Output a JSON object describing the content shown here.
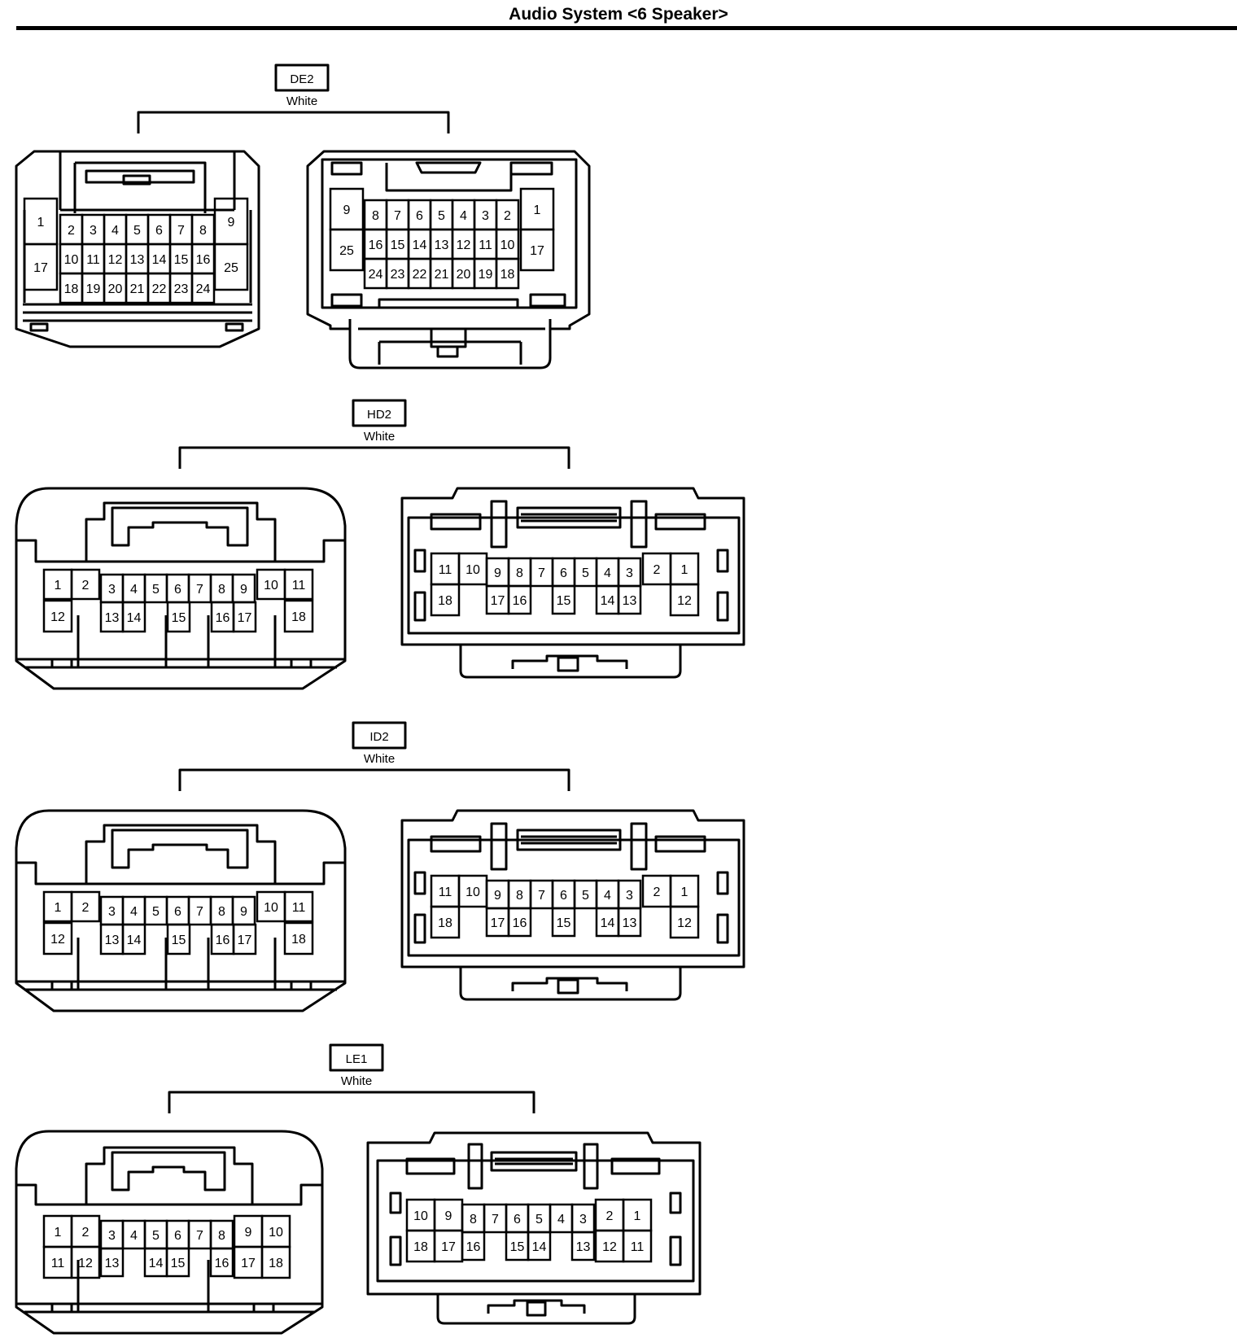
{
  "page": {
    "title": "Audio System <6 Speaker>"
  },
  "connectors": [
    {
      "id": "DE2",
      "color": "White",
      "female_rows": [
        [
          "1",
          "2",
          "3",
          "4",
          "5",
          "6",
          "7",
          "8",
          "9"
        ],
        [
          "17",
          "10",
          "11",
          "12",
          "13",
          "14",
          "15",
          "16",
          "25"
        ],
        [
          "18",
          "19",
          "20",
          "21",
          "22",
          "23",
          "24"
        ]
      ],
      "male_rows": [
        [
          "9",
          "8",
          "7",
          "6",
          "5",
          "4",
          "3",
          "2",
          "1"
        ],
        [
          "25",
          "16",
          "15",
          "14",
          "13",
          "12",
          "11",
          "10",
          "17"
        ],
        [
          "24",
          "23",
          "22",
          "21",
          "20",
          "19",
          "18"
        ]
      ]
    },
    {
      "id": "HD2",
      "color": "White",
      "female_rows": [
        [
          "1",
          "2",
          "3",
          "4",
          "5",
          "6",
          "7",
          "8",
          "9",
          "10",
          "11"
        ],
        [
          "12",
          "13",
          "14",
          "15",
          "16",
          "17",
          "18"
        ]
      ],
      "male_rows": [
        [
          "11",
          "10",
          "9",
          "8",
          "7",
          "6",
          "5",
          "4",
          "3",
          "2",
          "1"
        ],
        [
          "18",
          "17",
          "16",
          "15",
          "14",
          "13",
          "12"
        ]
      ]
    },
    {
      "id": "ID2",
      "color": "White",
      "female_rows": [
        [
          "1",
          "2",
          "3",
          "4",
          "5",
          "6",
          "7",
          "8",
          "9",
          "10",
          "11"
        ],
        [
          "12",
          "13",
          "14",
          "15",
          "16",
          "17",
          "18"
        ]
      ],
      "male_rows": [
        [
          "11",
          "10",
          "9",
          "8",
          "7",
          "6",
          "5",
          "4",
          "3",
          "2",
          "1"
        ],
        [
          "18",
          "17",
          "16",
          "15",
          "14",
          "13",
          "12"
        ]
      ]
    },
    {
      "id": "LE1",
      "color": "White",
      "female_rows": [
        [
          "1",
          "2",
          "3",
          "4",
          "5",
          "6",
          "7",
          "8",
          "9",
          "10"
        ],
        [
          "11",
          "12",
          "13",
          "14",
          "15",
          "16",
          "17",
          "18"
        ]
      ],
      "male_rows": [
        [
          "10",
          "9",
          "8",
          "7",
          "6",
          "5",
          "4",
          "3",
          "2",
          "1"
        ],
        [
          "18",
          "17",
          "16",
          "15",
          "14",
          "13",
          "12",
          "11"
        ]
      ]
    }
  ]
}
